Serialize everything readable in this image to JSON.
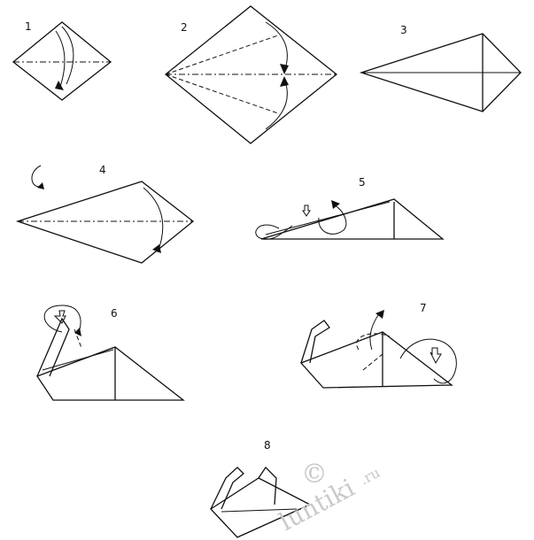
{
  "steps": [
    {
      "number": "1"
    },
    {
      "number": "2"
    },
    {
      "number": "3"
    },
    {
      "number": "4"
    },
    {
      "number": "5"
    },
    {
      "number": "6"
    },
    {
      "number": "7"
    },
    {
      "number": "8"
    }
  ],
  "watermark": {
    "copyright_symbol": "©",
    "site_name": "luntiki",
    "site_domain": ".ru"
  }
}
